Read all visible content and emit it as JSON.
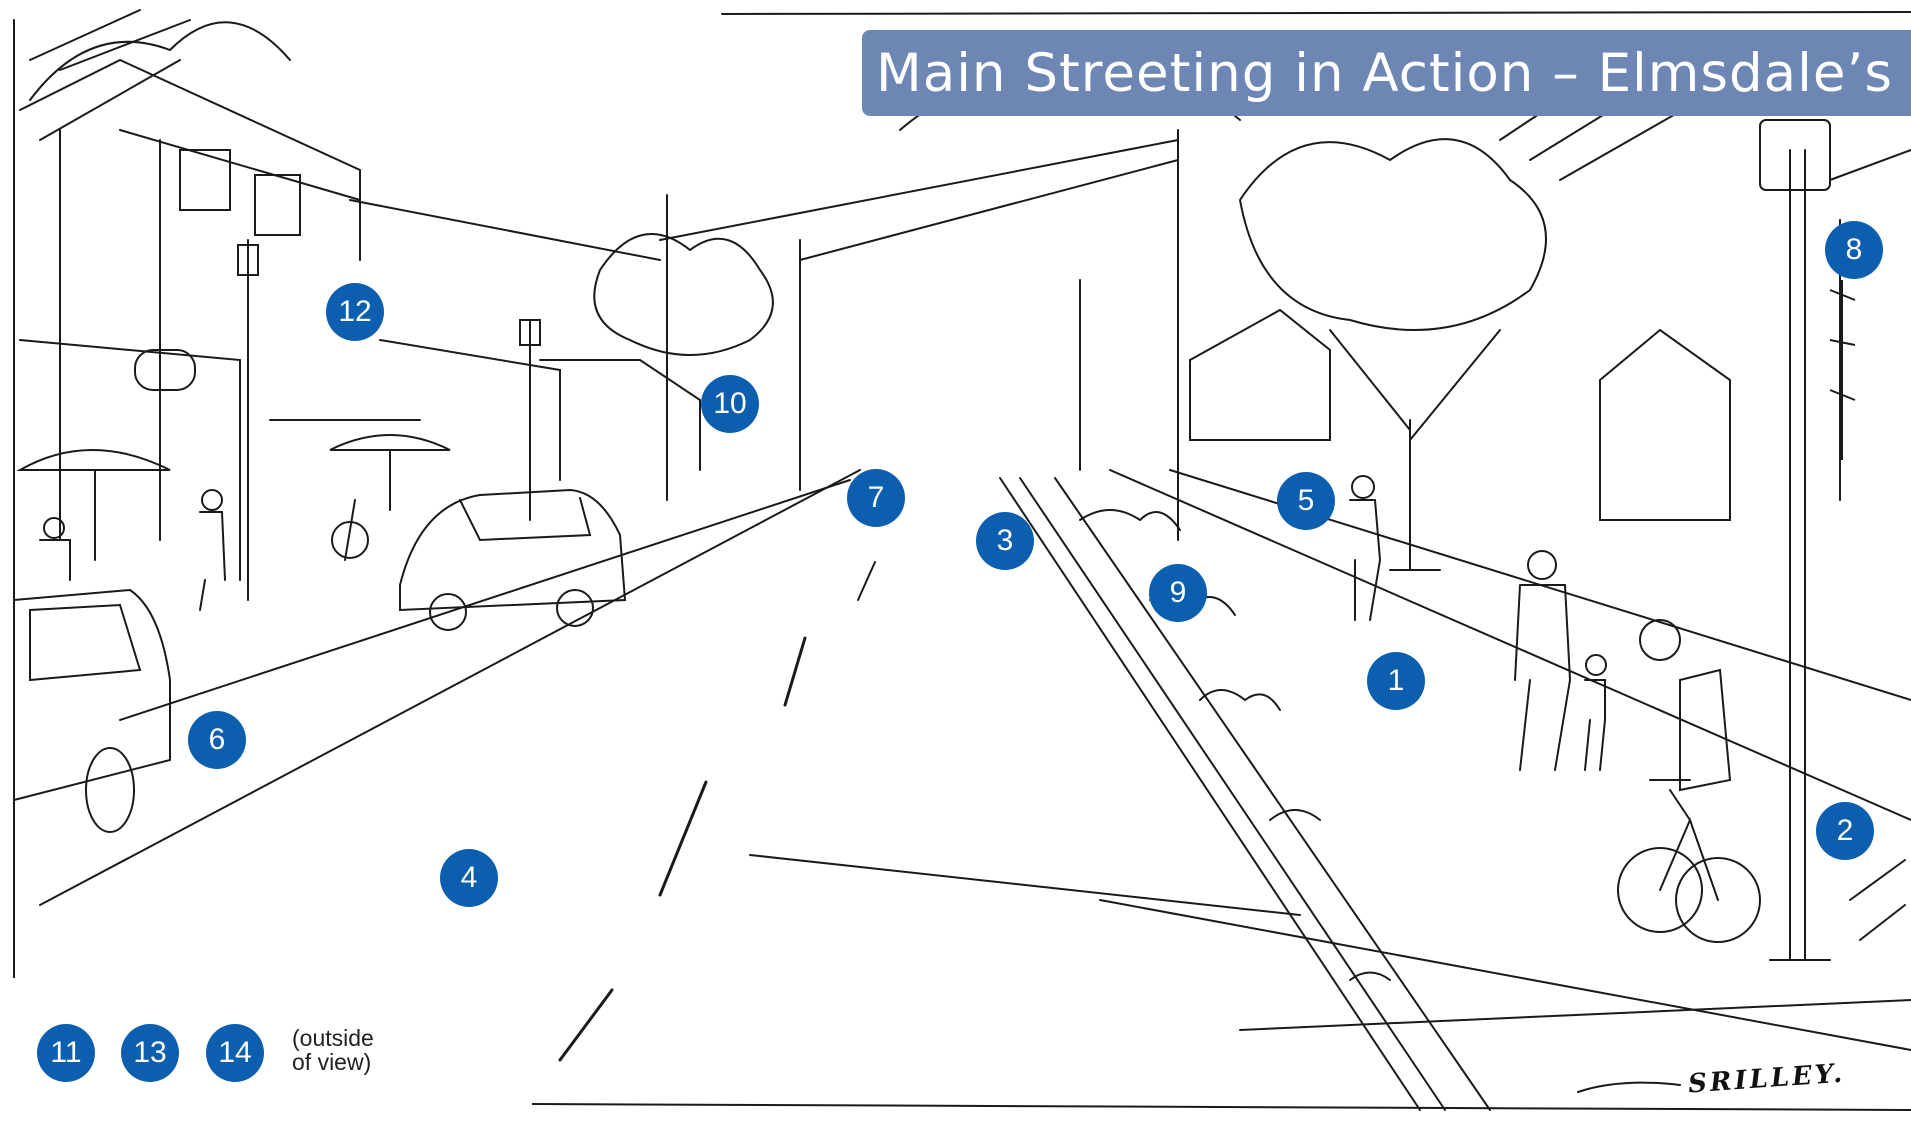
{
  "title": "Main Streeting in Action – Elmsdale’s",
  "colors": {
    "marker_fill": "#0b5fae",
    "marker_text": "#ffffff",
    "title_bg": "#6d86b3",
    "title_text": "#ffffff",
    "ink": "#1a1a1a"
  },
  "markers": [
    {
      "label": "1"
    },
    {
      "label": "2"
    },
    {
      "label": "3"
    },
    {
      "label": "4"
    },
    {
      "label": "5"
    },
    {
      "label": "6"
    },
    {
      "label": "7"
    },
    {
      "label": "8"
    },
    {
      "label": "9"
    },
    {
      "label": "10"
    },
    {
      "label": "12"
    }
  ],
  "legend": {
    "markers": [
      {
        "label": "11"
      },
      {
        "label": "13"
      },
      {
        "label": "14"
      }
    ],
    "note_line1": "(outside",
    "note_line2": "of view)"
  },
  "signature": "SRILLEY."
}
